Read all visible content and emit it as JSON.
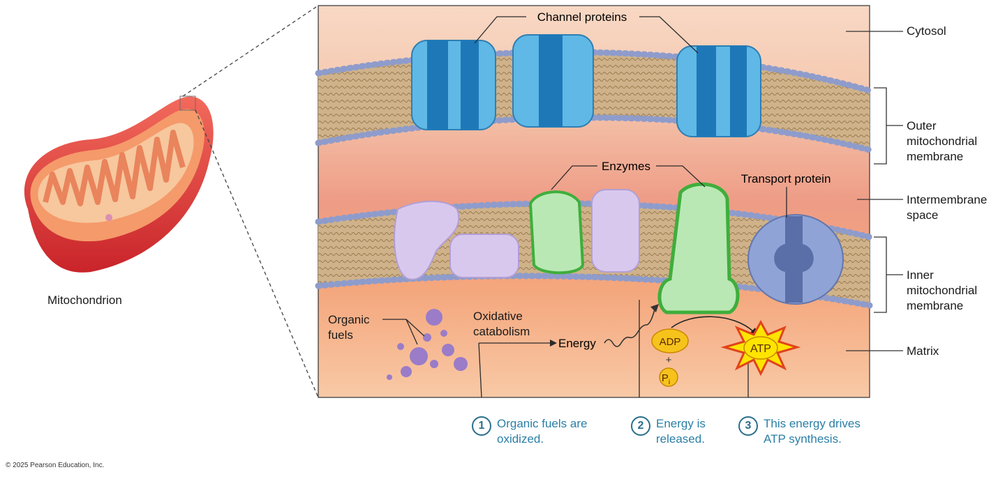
{
  "labels": {
    "mitochondrion": "Mitochondrion",
    "cytosol": "Cytosol",
    "outer_membrane": "Outer mitochondrial membrane",
    "intermembrane_space": "Intermembrane space",
    "inner_membrane": "Inner mitochondrial membrane",
    "matrix": "Matrix",
    "channel_proteins": "Channel proteins",
    "enzymes": "Enzymes",
    "transport_protein": "Transport protein",
    "organic_fuels": "Organic fuels",
    "oxidative_catabolism": "Oxidative catabolism",
    "energy": "Energy",
    "adp": "ADP",
    "plus": "+",
    "pi": "P",
    "pi_sub": "i",
    "atp": "ATP"
  },
  "steps": [
    {
      "number": "1",
      "text": "Organic fuels are oxidized."
    },
    {
      "number": "2",
      "text": "Energy is released."
    },
    {
      "number": "3",
      "text": "This energy drives ATP synthesis."
    }
  ],
  "copyright": "© 2025 Pearson Education, Inc.",
  "colors": {
    "channel_protein": "#5fb8e6",
    "enzyme": "#b9e8b4",
    "membrane_protein": "#d9c8ee",
    "transport_protein": "#8fa3d6",
    "step_text": "#2a7fa6",
    "matrix": "#f6b48a",
    "cytosol": "#f9dcc9"
  }
}
